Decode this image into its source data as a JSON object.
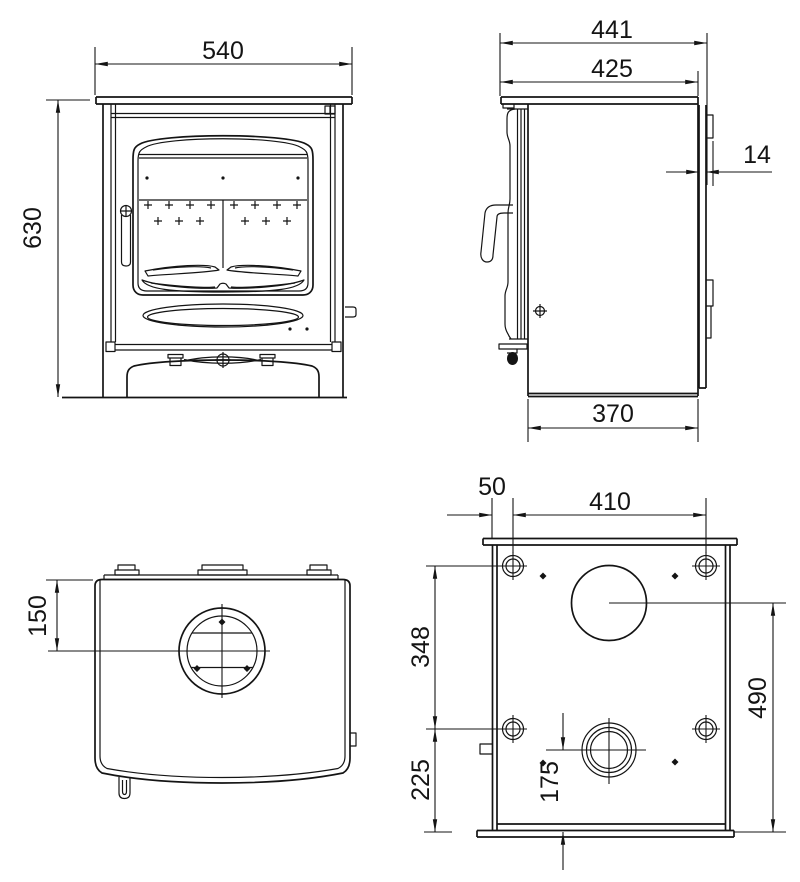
{
  "page": {
    "background": "#ffffff",
    "line_color": "#141414"
  },
  "views": {
    "front": {
      "dimensions": {
        "width": "540",
        "height": "630"
      }
    },
    "side": {
      "dimensions": {
        "overall_depth": "441",
        "top_plate_depth": "425",
        "rear_panel_gap": "14",
        "body_depth": "370"
      }
    },
    "top": {
      "dimensions": {
        "flue_centre_from_rear": "150"
      }
    },
    "bottom": {
      "dimensions": {
        "fixing_edge_offset": "50",
        "fixing_spacing_width": "410",
        "fixing_spacing_depth": "348",
        "front_fixing_to_front_edge": "225",
        "bottom_flue_centre_to_front_edge": "175",
        "top_flue_centre_to_front_edge": "490"
      }
    }
  }
}
